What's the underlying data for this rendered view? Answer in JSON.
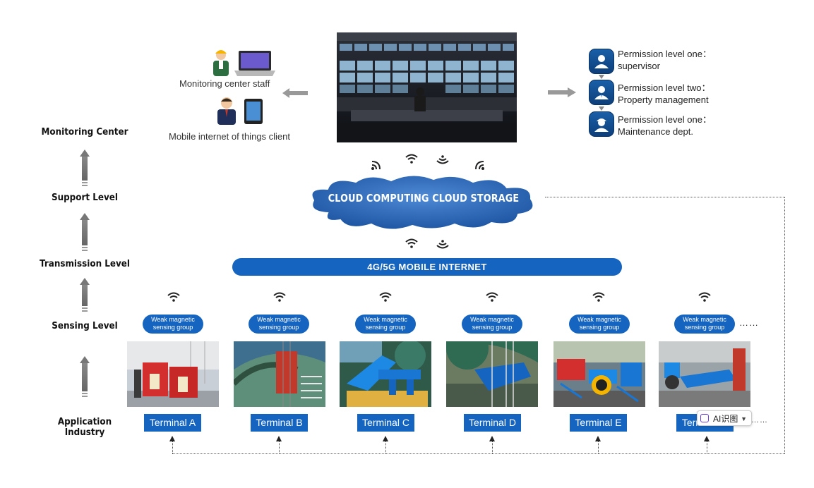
{
  "levels": {
    "monitoring": "Monitoring Center",
    "support": "Support Level",
    "transmission": "Transmission Level",
    "sensing": "Sensing Level",
    "application": "Application Industry"
  },
  "top": {
    "staff_caption": "Monitoring center staff",
    "client_caption": "Mobile internet of things client"
  },
  "permissions": [
    {
      "line1": "Permission level one：",
      "line2": "supervisor"
    },
    {
      "line1": "Permission level two：",
      "line2": "Property management"
    },
    {
      "line1": "Permission level one：",
      "line2": "Maintenance dept."
    }
  ],
  "cloud": {
    "label": "CLOUD COMPUTING  CLOUD STORAGE"
  },
  "network": {
    "label": "4G/5G MOBILE INTERNET"
  },
  "sensing_groups": [
    {
      "line1": "Weak magnetic",
      "line2": "sensing group"
    },
    {
      "line1": "Weak magnetic",
      "line2": "sensing group"
    },
    {
      "line1": "Weak magnetic",
      "line2": "sensing group"
    },
    {
      "line1": "Weak magnetic",
      "line2": "sensing group"
    },
    {
      "line1": "Weak magnetic",
      "line2": "sensing group"
    },
    {
      "line1": "Weak magnetic",
      "line2": "sensing group"
    }
  ],
  "terminals": [
    "Terminal A",
    "Terminal B",
    "Terminal C",
    "Terminal D",
    "Terminal E",
    "Terminal F"
  ],
  "ellipsis": "……",
  "ai_widget": {
    "label": "AI识图"
  },
  "colors": {
    "primary_blue": "#1565c0",
    "cloud_blue": "#1e63b8",
    "arrow_gray": "#888888"
  }
}
